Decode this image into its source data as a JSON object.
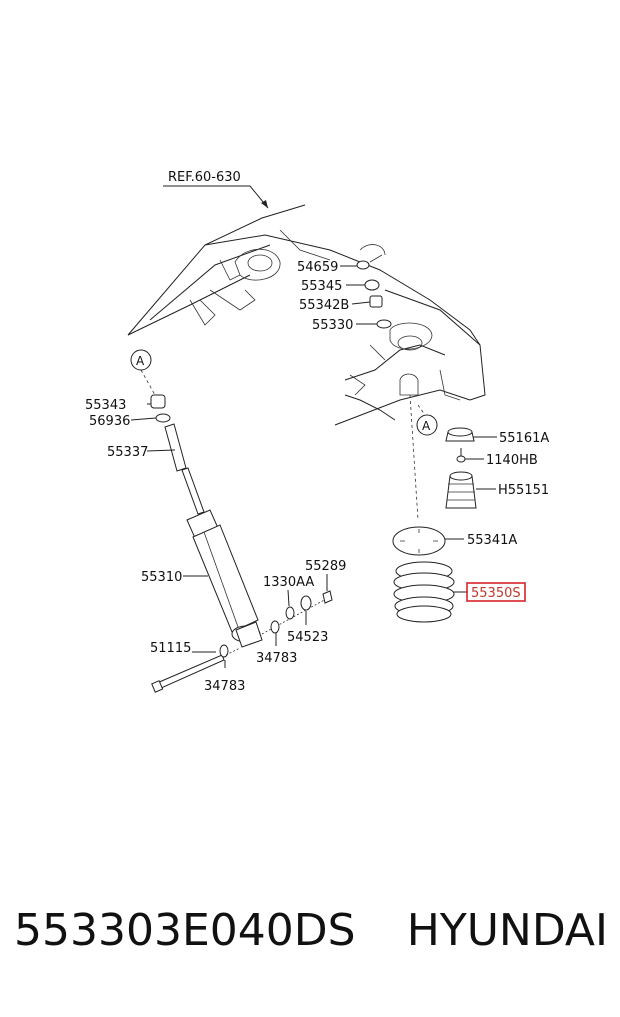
{
  "ref_label": "REF.60-630",
  "callout_letter": "A",
  "labels": {
    "p54659": "54659",
    "p55345": "55345",
    "p55342B": "55342B",
    "p55330": "55330",
    "p55343": "55343",
    "p56936": "56936",
    "p55337": "55337",
    "p55310": "55310",
    "p51115": "51115",
    "p34783a": "34783",
    "p34783b": "34783",
    "p1330AA": "1330AA",
    "p55289": "55289",
    "p54523": "54523",
    "p55161A": "55161A",
    "p1140HB": "1140HB",
    "pH55151": "H55151",
    "p55341A": "55341A",
    "p55350S": "55350S"
  },
  "highlight_color": "#d9232a",
  "footer": {
    "part_number": "553303E040DS",
    "brand": "HYUNDAI"
  }
}
